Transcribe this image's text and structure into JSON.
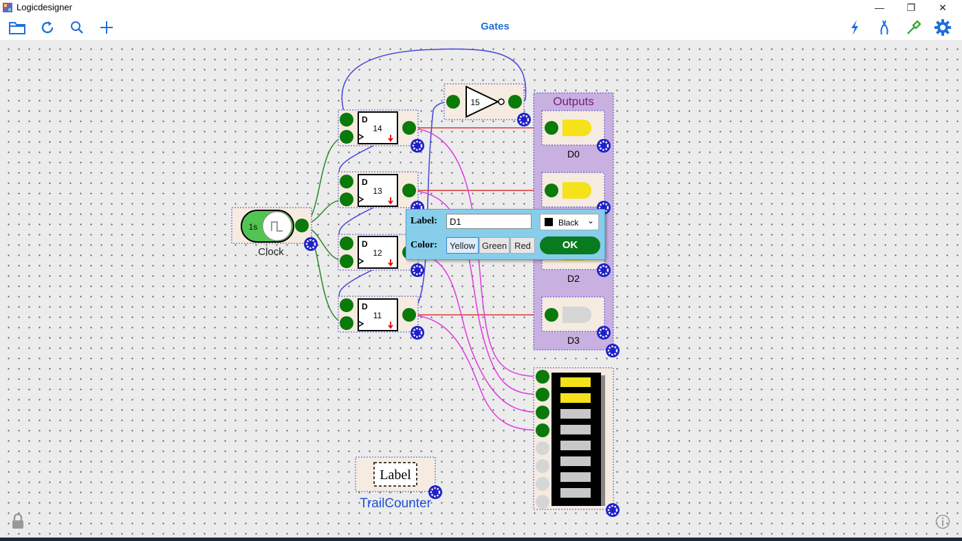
{
  "window": {
    "title": "Logicdesigner",
    "minimize": "—",
    "restore": "❐",
    "close": "✕"
  },
  "toolbar": {
    "title": "Gates",
    "left_icons": [
      "folder-icon",
      "refresh-icon",
      "search-icon",
      "plus-icon"
    ],
    "right_icons": [
      "lightning-icon",
      "wire-cutter-icon",
      "probe-icon",
      "gear-icon"
    ]
  },
  "colors": {
    "accent": "#1e6fd8",
    "wire_green": "#2e8b2e",
    "wire_blue": "#4a4ad8",
    "wire_pink": "#e040e0",
    "wire_red": "#e03030",
    "pin": "#0a7a0a",
    "led_yellow": "#f5e21a",
    "led_off": "#d6d6d6",
    "outputs_bg": "#c8b0e0"
  },
  "components": {
    "clock": {
      "value": "1s",
      "label": "Clock"
    },
    "flipflops": [
      {
        "id": "14",
        "type": "D"
      },
      {
        "id": "13",
        "type": "D"
      },
      {
        "id": "12",
        "type": "D"
      },
      {
        "id": "11",
        "type": "D"
      }
    ],
    "inverter": {
      "id": "15"
    },
    "outputs": {
      "title": "Outputs",
      "leds": [
        {
          "label": "D0",
          "state": "on"
        },
        {
          "label": "",
          "state": "on"
        },
        {
          "label": "D2",
          "state": "on"
        },
        {
          "label": "D3",
          "state": "off"
        }
      ]
    },
    "bargraph": {
      "segments": [
        "on",
        "on",
        "off",
        "off",
        "off",
        "off",
        "off",
        "off"
      ]
    },
    "label_component": {
      "text": "Label",
      "caption": "TrailCounter"
    }
  },
  "dialog": {
    "label_caption": "Label:",
    "label_value": "D1",
    "text_color": "Black",
    "color_caption": "Color:",
    "color_options": [
      "Yellow",
      "Green",
      "Red"
    ],
    "selected_color": "Yellow",
    "ok": "OK"
  }
}
